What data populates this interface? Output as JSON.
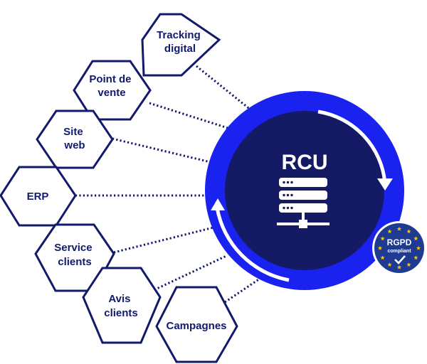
{
  "hub": {
    "title": "RCU",
    "icon": "server-rack-icon"
  },
  "sources": [
    {
      "id": "tracking",
      "lines": [
        "Tracking",
        "digital"
      ]
    },
    {
      "id": "pos",
      "lines": [
        "Point de",
        "vente"
      ]
    },
    {
      "id": "site",
      "lines": [
        "Site",
        "web"
      ]
    },
    {
      "id": "erp",
      "lines": [
        "ERP"
      ]
    },
    {
      "id": "service",
      "lines": [
        "Service",
        "clients"
      ]
    },
    {
      "id": "avis",
      "lines": [
        "Avis",
        "clients"
      ]
    },
    {
      "id": "campagnes",
      "lines": [
        "Campagnes"
      ]
    }
  ],
  "badge": {
    "title": "RGPD",
    "subtitle": "compliant",
    "icon": "eu-stars-check-icon"
  },
  "colors": {
    "navy": "#121a6b",
    "blue": "#1a22f0",
    "inner": "#141a63",
    "white": "#ffffff",
    "gold": "#f6c400"
  }
}
